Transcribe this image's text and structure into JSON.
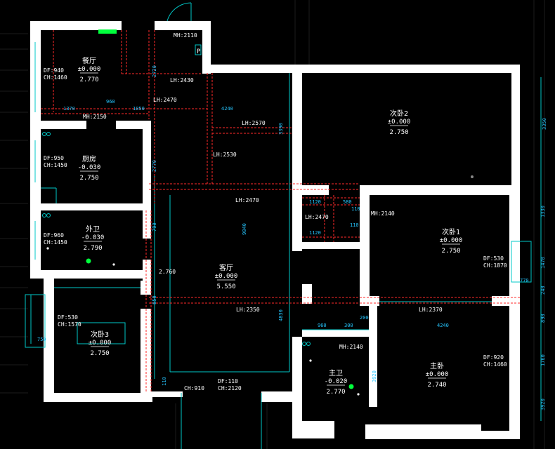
{
  "rooms": [
    {
      "key": "dining",
      "name": "餐厅",
      "level": "±0.000",
      "height": "2.770"
    },
    {
      "key": "kitchen",
      "name": "厨房",
      "level": "-0.030",
      "height": "2.750"
    },
    {
      "key": "bath",
      "name": "外卫",
      "level": "-0.030",
      "height": "2.790"
    },
    {
      "key": "bed3",
      "name": "次卧3",
      "level": "±0.000",
      "height": "2.750"
    },
    {
      "key": "living",
      "name": "客厅",
      "level": "±0.000",
      "height": "5.550"
    },
    {
      "key": "bed2",
      "name": "次卧2",
      "level": "±0.000",
      "height": "2.750"
    },
    {
      "key": "bed1",
      "name": "次卧1",
      "level": "±0.000",
      "height": "2.750"
    },
    {
      "key": "masterbath",
      "name": "主卫",
      "level": "-0.020",
      "height": "2.770"
    },
    {
      "key": "master",
      "name": "主卧",
      "level": "±0.000",
      "height": "2.740"
    }
  ],
  "window_tags": [
    {
      "key": "dining-df",
      "text": "DF:940"
    },
    {
      "key": "dining-ch",
      "text": "CH:1460"
    },
    {
      "key": "kitchen-df",
      "text": "DF:950"
    },
    {
      "key": "kitchen-ch",
      "text": "CH:1450"
    },
    {
      "key": "bath-df",
      "text": "DF:960"
    },
    {
      "key": "bath-ch",
      "text": "CH:1450"
    },
    {
      "key": "bed3-df",
      "text": "DF:530"
    },
    {
      "key": "bed3-ch",
      "text": "CH:1570"
    },
    {
      "key": "bed1-df",
      "text": "DF:530"
    },
    {
      "key": "bed1-ch",
      "text": "CH:1870"
    },
    {
      "key": "master-df",
      "text": "DF:920"
    },
    {
      "key": "master-ch",
      "text": "CH:1460"
    },
    {
      "key": "living-df",
      "text": "DF:110"
    },
    {
      "key": "living-ch",
      "text": "CH:2120"
    },
    {
      "key": "living-ch2",
      "text": "CH:910"
    }
  ],
  "beam_tags": [
    {
      "key": "mh1",
      "text": "MH:2110"
    },
    {
      "key": "lh1",
      "text": "LH:2430"
    },
    {
      "key": "lh2",
      "text": "LH:2470"
    },
    {
      "key": "mh2",
      "text": "MH:2150"
    },
    {
      "key": "lh3",
      "text": "LH:2570"
    },
    {
      "key": "lh4",
      "text": "LH:2530"
    },
    {
      "key": "lh5",
      "text": "LH:2470"
    },
    {
      "key": "lh6",
      "text": "LH:2470"
    },
    {
      "key": "mh3",
      "text": "MH:2140"
    },
    {
      "key": "lh7",
      "text": "LH:2370"
    },
    {
      "key": "lh8",
      "text": "LH:2350"
    },
    {
      "key": "mh4",
      "text": "MH:2140"
    },
    {
      "key": "h2760",
      "text": "2.760"
    }
  ],
  "dimensions": [
    {
      "key": "d1370",
      "text": "1370"
    },
    {
      "key": "d960a",
      "text": "960"
    },
    {
      "key": "d1050",
      "text": "1050"
    },
    {
      "key": "d2720",
      "text": "2720"
    },
    {
      "key": "d4240a",
      "text": "4240"
    },
    {
      "key": "d2770",
      "text": "2770"
    },
    {
      "key": "d3350",
      "text": "3350"
    },
    {
      "key": "d3390",
      "text": "3390"
    },
    {
      "key": "d1120a",
      "text": "1120"
    },
    {
      "key": "d580",
      "text": "580"
    },
    {
      "key": "d110a",
      "text": "110"
    },
    {
      "key": "d1120b",
      "text": "1120"
    },
    {
      "key": "d110b",
      "text": "110"
    },
    {
      "key": "d1330",
      "text": "1330"
    },
    {
      "key": "d1470",
      "text": "1470"
    },
    {
      "key": "d240",
      "text": "240"
    },
    {
      "key": "d770",
      "text": "770"
    },
    {
      "key": "d790",
      "text": "790"
    },
    {
      "key": "d850",
      "text": "850"
    },
    {
      "key": "d960b",
      "text": "960"
    },
    {
      "key": "d300",
      "text": "300"
    },
    {
      "key": "d200",
      "text": "200"
    },
    {
      "key": "d4240b",
      "text": "4240"
    },
    {
      "key": "d3920",
      "text": "3920"
    },
    {
      "key": "d1760",
      "text": "1760"
    },
    {
      "key": "d890",
      "text": "890"
    },
    {
      "key": "d750",
      "text": "750"
    },
    {
      "key": "d110c",
      "text": "110"
    },
    {
      "key": "d9840",
      "text": "9840"
    },
    {
      "key": "d4830",
      "text": "4830"
    },
    {
      "key": "d3920b",
      "text": "3920"
    }
  ],
  "door_label": "P",
  "colors": {
    "wall": "#ffffff",
    "beam": "#ff2a2a",
    "dim": "#26c6ff",
    "text": "#ffffff",
    "marker": "#00ff3c",
    "inner": "#00cccc",
    "bg": "#000000"
  }
}
